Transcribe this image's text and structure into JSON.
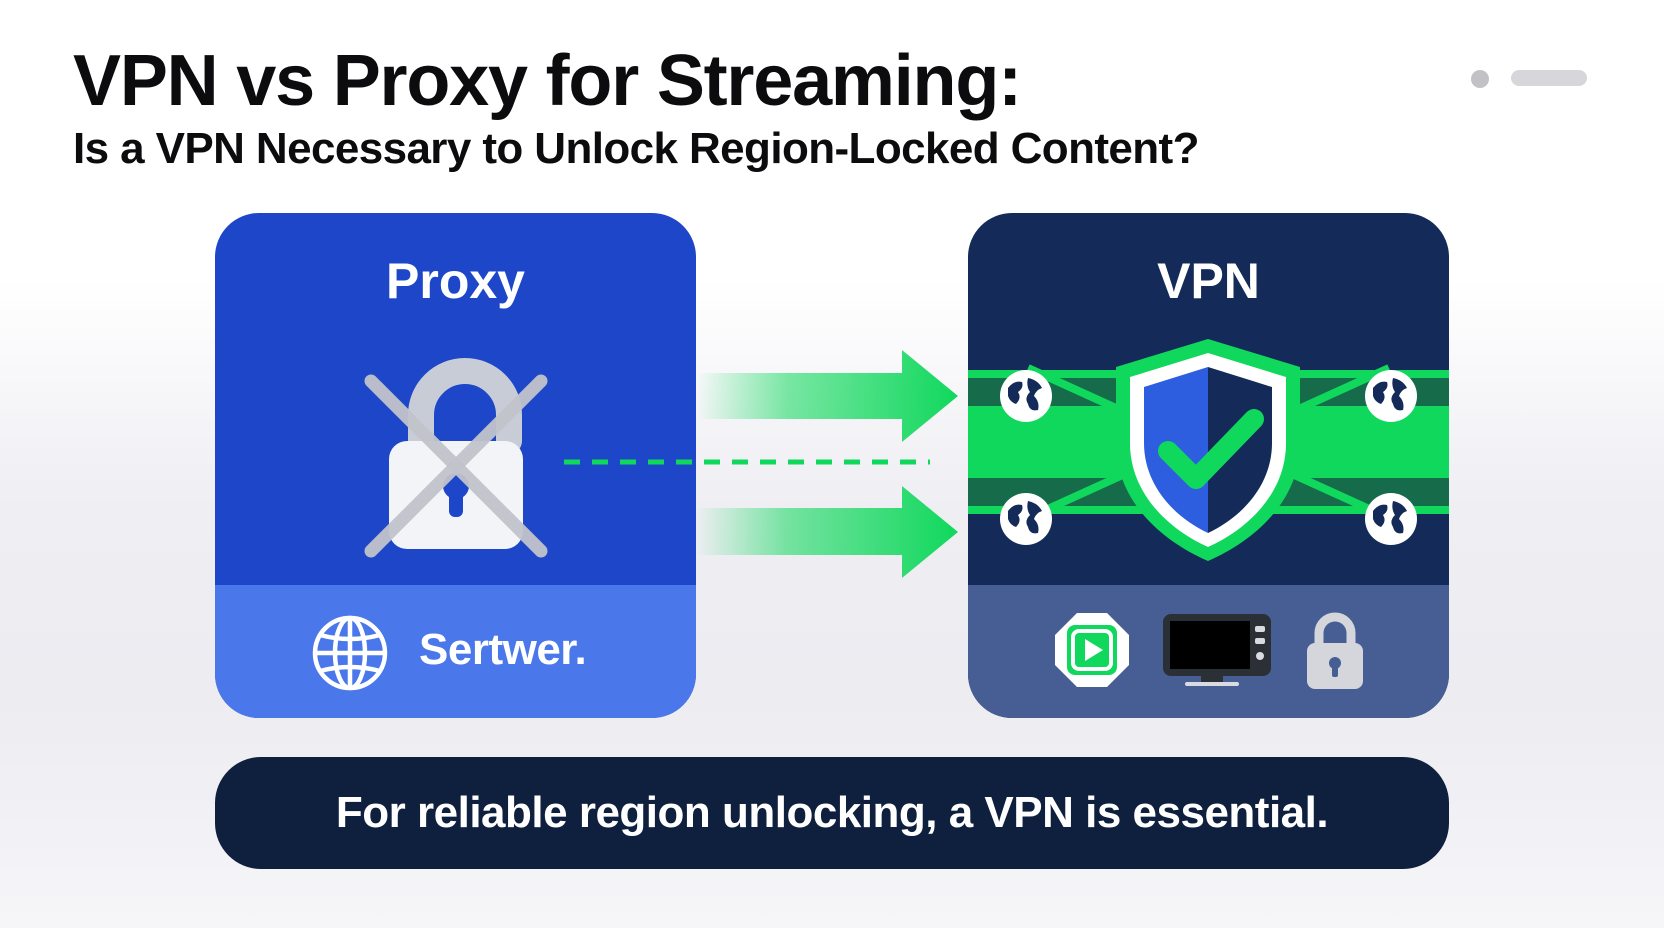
{
  "title": "VPN vs Proxy for Streaming:",
  "subtitle": "Is a VPN Necessary to Unlock Region-Locked Content?",
  "proxy_panel": {
    "heading": "Proxy",
    "server_label": "Sertwer.",
    "icons": [
      "lock-icon",
      "cross-icon",
      "globe-icon"
    ]
  },
  "vpn_panel": {
    "heading": "VPN",
    "icons": [
      "shield-icon",
      "checkmark-icon",
      "earth-icon",
      "play-icon",
      "tv-icon",
      "padlock-icon"
    ]
  },
  "connector": {
    "icons": [
      "arrow-right-icon",
      "dashed-line"
    ]
  },
  "conclusion": "For reliable region unlocking, a VPN is essential.",
  "colors": {
    "proxy_panel": "#1d47c8",
    "proxy_footer": "#4a78ea",
    "vpn_panel": "#142a58",
    "vpn_footer": "#465e93",
    "accent_green": "#10d85c",
    "shield_blue": "#2e5ee0",
    "conclusion_bg": "#0f1f3e"
  }
}
